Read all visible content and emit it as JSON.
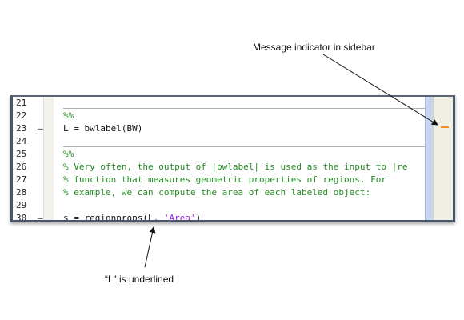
{
  "annotations": {
    "top_label": "Message indicator in sidebar",
    "bottom_label": "“L” is underlined"
  },
  "editor": {
    "lines": [
      {
        "num": "21",
        "dash": "",
        "code": ""
      },
      {
        "num": "22",
        "dash": "",
        "code": "%%"
      },
      {
        "num": "23",
        "dash": "–",
        "code": "L = bwlabel(BW)"
      },
      {
        "num": "24",
        "dash": "",
        "code": ""
      },
      {
        "num": "25",
        "dash": "",
        "code": "%%"
      },
      {
        "num": "26",
        "dash": "",
        "code": "% Very often, the output of |bwlabel| is used as the input to |re"
      },
      {
        "num": "27",
        "dash": "",
        "code": "% function that measures geometric properties of regions. For"
      },
      {
        "num": "28",
        "dash": "",
        "code": "% example, we can compute the area of each labeled object:"
      },
      {
        "num": "29",
        "dash": "",
        "code": ""
      },
      {
        "num": "30",
        "dash": "–",
        "code": "s = regionprops(L, 'Area')"
      }
    ],
    "line30": {
      "prefix": "s = regionprops(",
      "underlined": "L",
      "mid": ", ",
      "string": "'Area'",
      "suffix": ")"
    }
  },
  "colors": {
    "comment": "#228b22",
    "string": "#a020f0",
    "indicator": "#ff8c1a",
    "scroll_strip": "#c8d6f2"
  }
}
